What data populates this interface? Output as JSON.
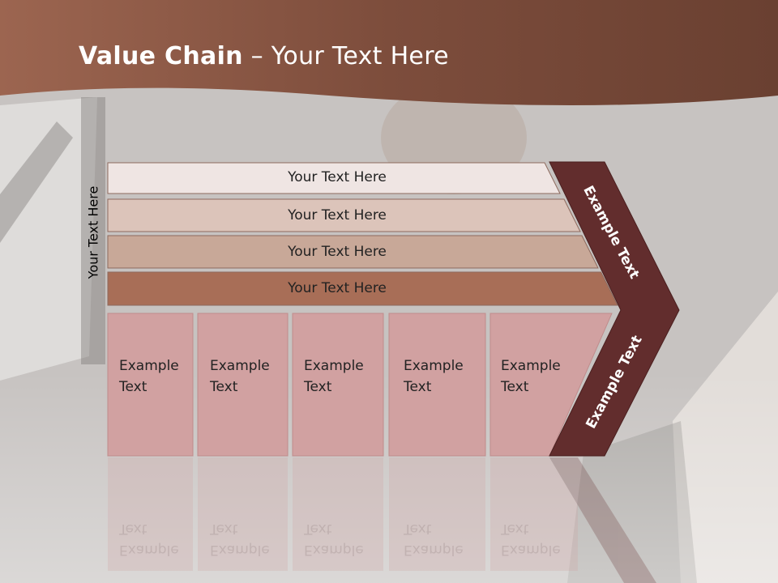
{
  "slide": {
    "title_bold": "Value Chain",
    "title_rest": " – Your Text Here",
    "side_label": "Your Text Here"
  },
  "bars": [
    {
      "label": "Your Text Here",
      "color": "#efe5e3"
    },
    {
      "label": "Your Text Here",
      "color": "#dcc4ba"
    },
    {
      "label": "Your Text Here",
      "color": "#c8a898"
    },
    {
      "label": "Your Text Here",
      "color": "#a86e57"
    }
  ],
  "cells": [
    {
      "line1": "Example",
      "line2": "Text"
    },
    {
      "line1": "Example",
      "line2": "Text"
    },
    {
      "line1": "Example",
      "line2": "Text"
    },
    {
      "line1": "Example",
      "line2": "Text"
    },
    {
      "line1": "Example",
      "line2": "Text"
    }
  ],
  "chevron": {
    "upper_label": "Example Text",
    "lower_label": "Example Text",
    "color": "#622d2d"
  },
  "colors": {
    "header": "#8b5843",
    "cell": "#d1a1a1",
    "cell_border": "#c08c8c"
  }
}
